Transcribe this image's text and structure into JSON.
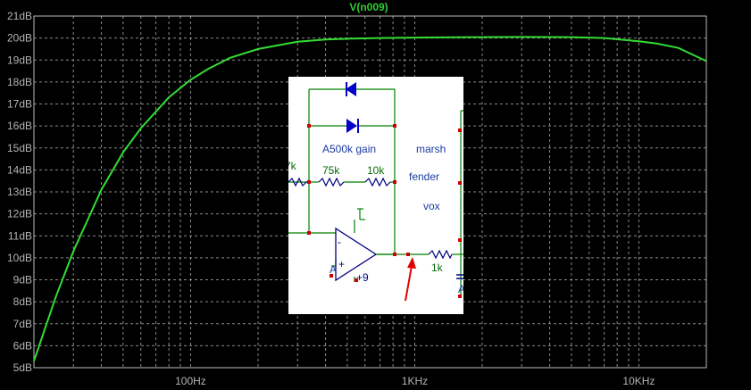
{
  "chart_data": {
    "type": "line",
    "title": "V(n009)",
    "x_scale": "log",
    "xlim": [
      20,
      20000
    ],
    "ylim": [
      5,
      21
    ],
    "grid": true,
    "y_ticks": [
      "5dB",
      "6dB",
      "7dB",
      "8dB",
      "9dB",
      "10dB",
      "11dB",
      "12dB",
      "13dB",
      "14dB",
      "15dB",
      "16dB",
      "17dB",
      "18dB",
      "19dB",
      "20dB",
      "21dB"
    ],
    "x_ticks": [
      {
        "value": 100,
        "label": "100Hz"
      },
      {
        "value": 1000,
        "label": "1KHz"
      },
      {
        "value": 10000,
        "label": "10KHz"
      }
    ],
    "series": [
      {
        "name": "V(n009)",
        "color": "#33dd33",
        "x": [
          20,
          25,
          30,
          40,
          50,
          60,
          80,
          100,
          120,
          150,
          200,
          300,
          400,
          500,
          700,
          1000,
          2000,
          3000,
          5000,
          7000,
          10000,
          12000,
          15000,
          20000
        ],
        "y": [
          5.3,
          8.2,
          10.3,
          13.1,
          14.8,
          15.9,
          17.3,
          18.1,
          18.6,
          19.1,
          19.5,
          19.83,
          19.93,
          19.97,
          20.0,
          20.02,
          20.04,
          20.05,
          20.04,
          20.0,
          19.85,
          19.75,
          19.55,
          18.95
        ]
      }
    ]
  },
  "schematic": {
    "labels": {
      "gain": "A500k gain",
      "r_left": "7k",
      "r1": "75k",
      "r2": "10k",
      "r_out": "1k",
      "supply_pos": "+9",
      "opamp_minus": "-",
      "opamp_plus": "+",
      "pot_a": "A",
      "tone_a": "A",
      "marsh": "marsh",
      "fender": "fender",
      "vox": "vox"
    },
    "colors": {
      "wire": "#008000",
      "diode": "#0000c8",
      "component": "#000080",
      "node": "#d00000",
      "label": "#1a3aa0",
      "value": "#0a6a0a",
      "arrow": "#e00000"
    }
  }
}
